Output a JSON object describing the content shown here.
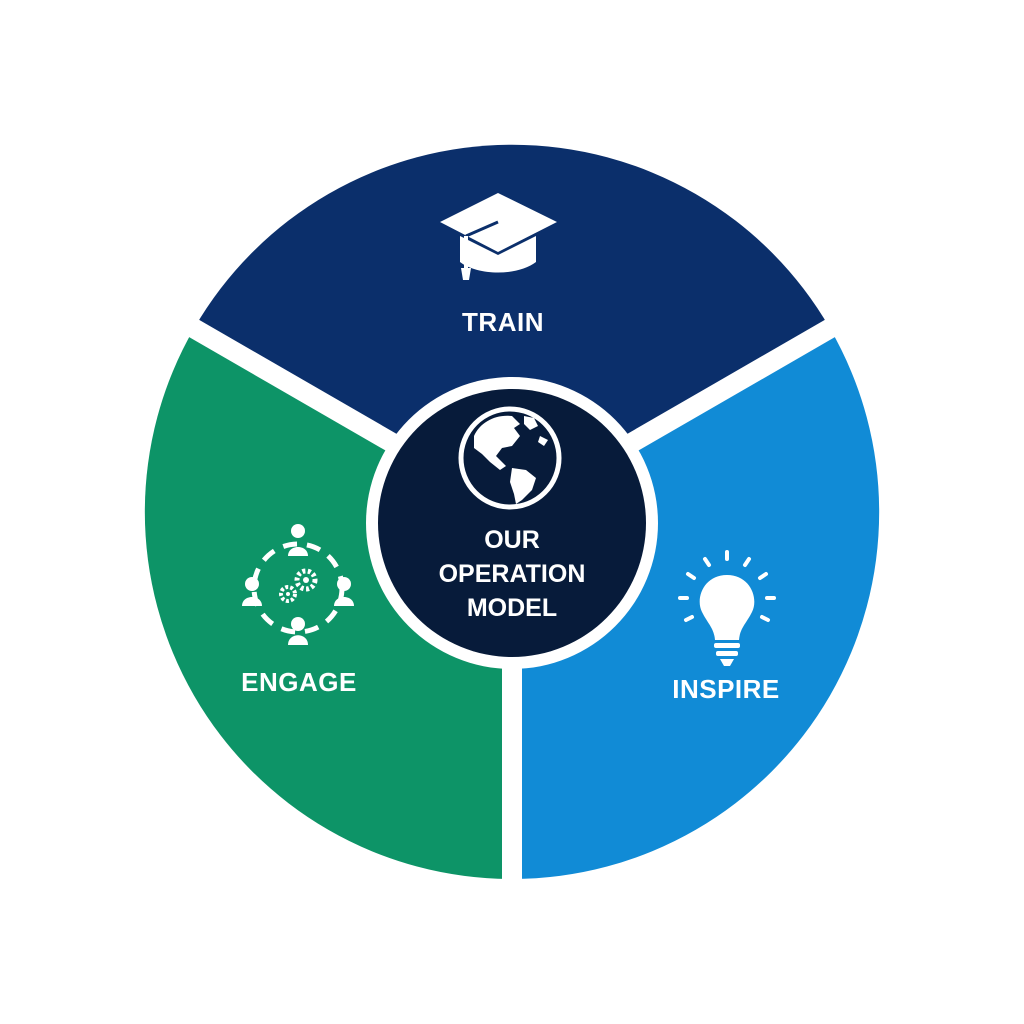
{
  "center": {
    "lines": [
      "OUR",
      "OPERATION",
      "MODEL"
    ],
    "icon": "globe-icon",
    "color": "#071b3a"
  },
  "segments": [
    {
      "id": "train",
      "label": "TRAIN",
      "icon": "graduation-cap-icon",
      "color": "#0b2f6b"
    },
    {
      "id": "inspire",
      "label": "INSPIRE",
      "icon": "lightbulb-icon",
      "color": "#118bd6"
    },
    {
      "id": "engage",
      "label": "ENGAGE",
      "icon": "team-collaboration-icon",
      "color": "#0d9467"
    }
  ],
  "colors": {
    "background": "#ffffff",
    "icon": "#ffffff"
  }
}
